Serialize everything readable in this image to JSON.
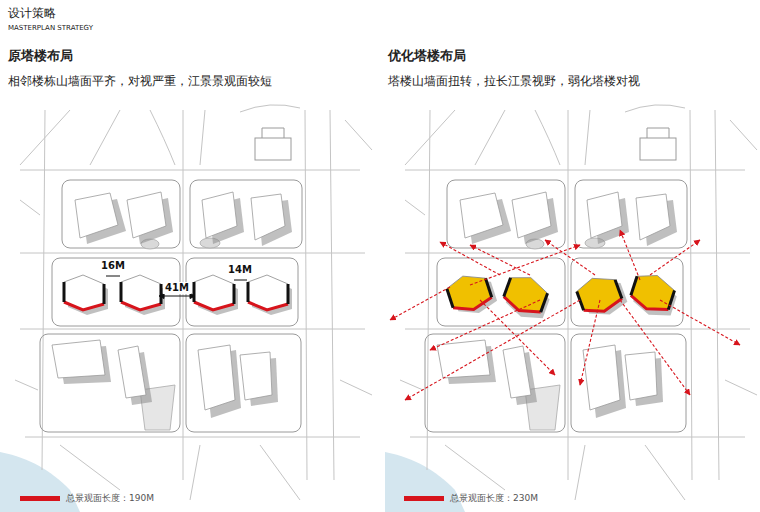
{
  "diagram": {
    "title": "设计策略",
    "labels": [
      "MASTERPLAN STRATEGY",
      "原塔楼布局",
      "相邻楼栋山墙面平齐，对视严重，江景景观面较短",
      "优化塔楼布局",
      "塔楼山墙面扭转，拉长江景视野，弱化塔楼对视",
      "16M",
      "41M",
      "14M"
    ],
    "legend": [
      {
        "text": "总景观面长度：190M",
        "color": "#d7141c"
      },
      {
        "text": "总景观面长度：230M",
        "color": "#d7141c"
      }
    ]
  }
}
